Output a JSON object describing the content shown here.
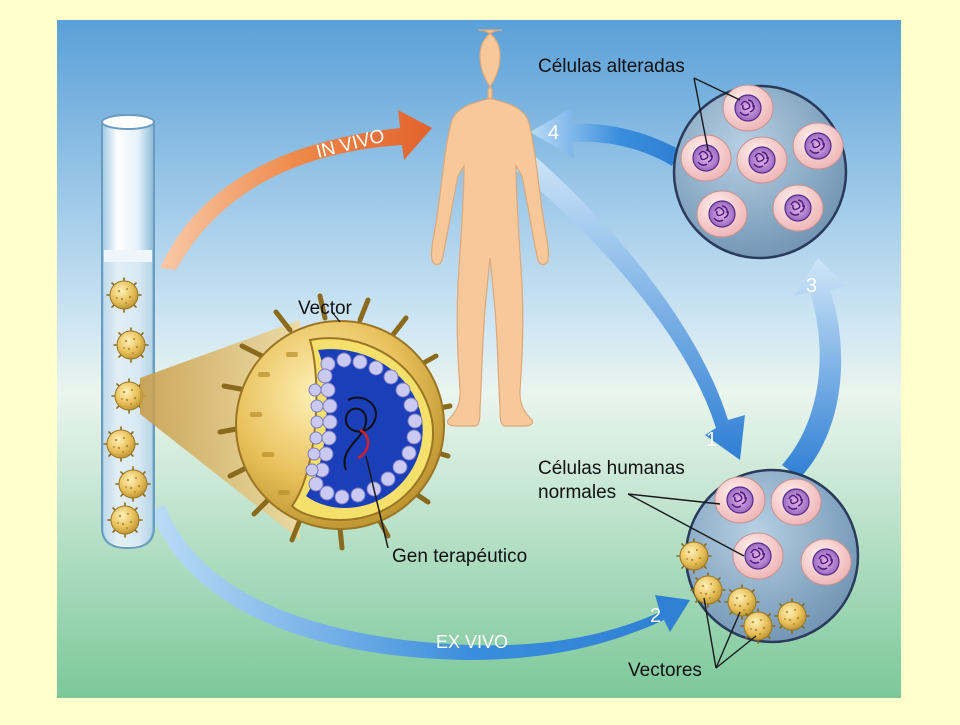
{
  "labels": {
    "altered_cells": "Células alteradas",
    "in_vivo": "IN VIVO",
    "ex_vivo": "EX VIVO",
    "vector": "Vector",
    "therapeutic_gene": "Gen terapéutico",
    "normal_cells_line1": "Células humanas",
    "normal_cells_line2": "normales",
    "vectors": "Vectores"
  },
  "steps": {
    "step1": "1",
    "step2": "2",
    "step3": "3",
    "step4": "4"
  },
  "colors": {
    "page_background": "#ffffcc",
    "sky_top": "#5aa0d8",
    "ground_bottom": "#7cc89a",
    "in_vivo_arrow": "#e2622e",
    "blue_arrow": "#2f7fd4",
    "body": "#f7c89a",
    "vector_particle": "#d8b04c",
    "cell": "#f2c6c6",
    "nucleus": "#7a4aa8"
  }
}
